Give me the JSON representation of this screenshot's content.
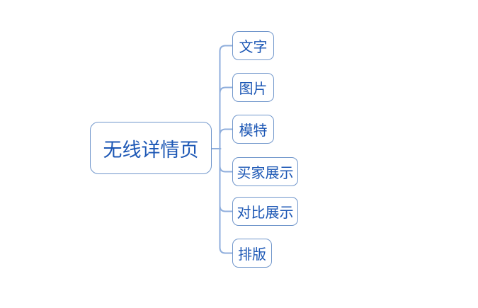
{
  "diagram": {
    "type": "mindmap",
    "colors": {
      "background": "#FFFFFF",
      "node_border": "#7096CB",
      "node_text": "#1C57B5",
      "connector": "#8FAEDC"
    },
    "root": {
      "label": "无线详情页"
    },
    "children": [
      {
        "label": "文字"
      },
      {
        "label": "图片"
      },
      {
        "label": "模特"
      },
      {
        "label": "买家展示"
      },
      {
        "label": "对比展示"
      },
      {
        "label": "排版"
      }
    ]
  }
}
